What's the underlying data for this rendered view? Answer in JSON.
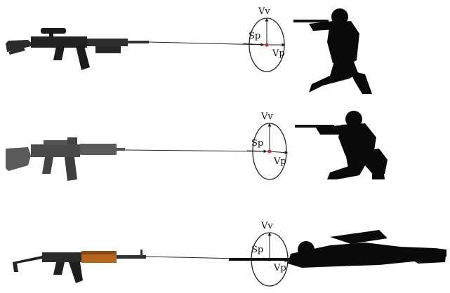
{
  "panels": [
    {
      "stance": "standing",
      "labels": {
        "vertical": "Vv",
        "horizontal": "Vp",
        "point": "Sp"
      }
    },
    {
      "stance": "kneeling",
      "labels": {
        "vertical": "Vv",
        "horizontal": "Vp",
        "point": "Sp"
      }
    },
    {
      "stance": "prone",
      "labels": {
        "vertical": "Vv",
        "horizontal": "Vp",
        "point": "Sp"
      }
    }
  ],
  "colors": {
    "silhouette": "#0a0a0a",
    "rifle_dark": "#2b2b2b",
    "rifle_gray": "#5a5a5a",
    "rifle_wood": "#b5651d",
    "target_point": "#c0392b",
    "line": "#222222"
  }
}
